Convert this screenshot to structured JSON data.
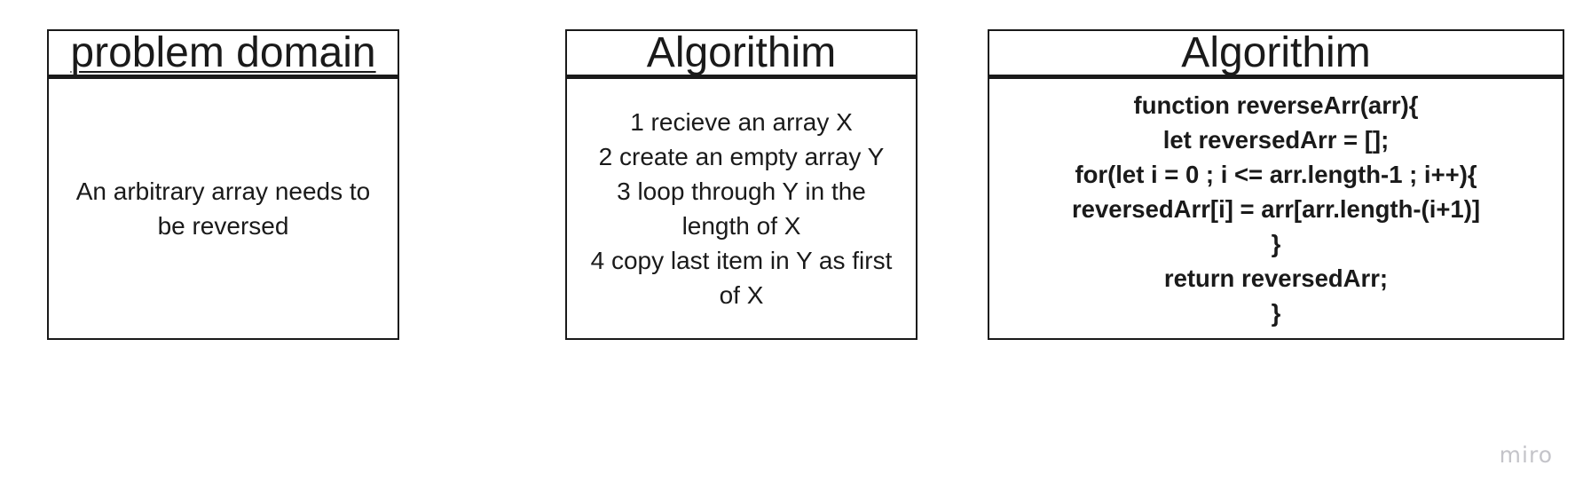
{
  "problem_domain": {
    "title": "problem domain",
    "lines": [
      "An arbitrary array needs to",
      "be reversed"
    ]
  },
  "algorithm_steps": {
    "title": "Algorithim",
    "lines": [
      "1 recieve an array X",
      "2 create an empty array Y",
      "3 loop through Y in the",
      "length of X",
      "4 copy last item in Y as first",
      "of X"
    ]
  },
  "algorithm_code": {
    "title": "Algorithim",
    "lines": [
      "function reverseArr(arr){",
      "let reversedArr = [];",
      "for(let i = 0 ; i <= arr.length-1 ; i++){",
      "reversedArr[i] = arr[arr.length-(i+1)]",
      "}",
      "return reversedArr;",
      "}"
    ]
  },
  "watermark": {
    "text": "miro"
  }
}
